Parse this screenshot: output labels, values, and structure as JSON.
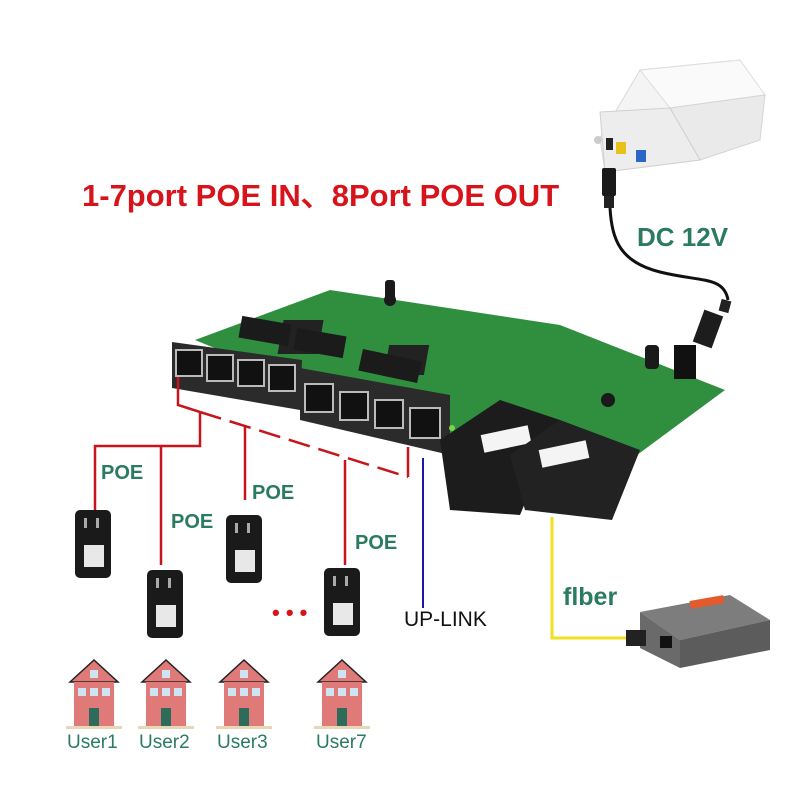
{
  "diagram": {
    "title": "1-7port POE IN、8Port POE OUT",
    "power": {
      "label": "DC 12V",
      "device": "onu-router-icon",
      "cable": "dc-power-cable"
    },
    "board": {
      "device": "fiber-switch-board",
      "rj45_ports": 8,
      "fiber_ports": 2
    },
    "poe_labels": [
      "POE",
      "POE",
      "POE",
      "POE"
    ],
    "uplink_label": "UP-LINK",
    "fiber_label": "flber",
    "ellipsis": "• • •",
    "users": [
      {
        "label": "User1"
      },
      {
        "label": "User2"
      },
      {
        "label": "User3"
      },
      {
        "label": "User7"
      }
    ],
    "colors": {
      "title_red": "#d7141b",
      "label_green": "#2a7b5f",
      "poe_line_red": "#c8141c",
      "uplink_blue": "#1a1aa0",
      "fiber_yellow": "#f0e020",
      "pcb_green": "#2f8f3f",
      "house_pink": "#e07a78"
    }
  }
}
